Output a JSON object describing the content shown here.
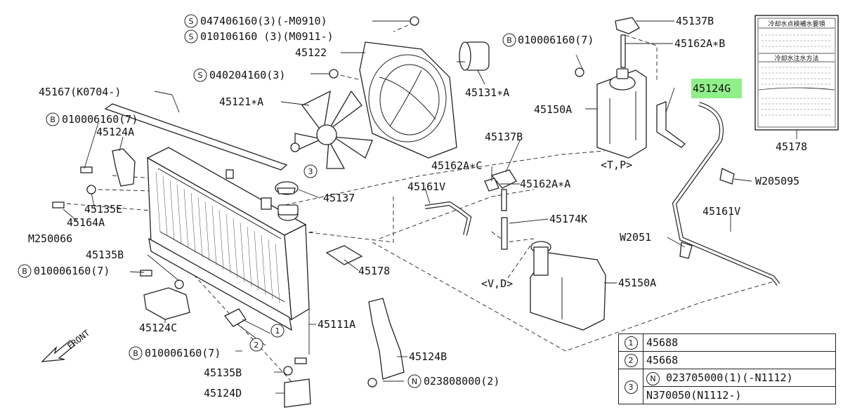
{
  "labels": {
    "p45137b_top": "45137B",
    "p45162a_b": "45162A∗B",
    "b010006160_7_top": "010006160(7)",
    "p45124g": "45124G",
    "p45150a_top": "45150A",
    "tp": "<T,P>",
    "p45178_card": "45178",
    "card_title": "冷却水点検補水要領",
    "card_sub": "冷却水注水方法",
    "s047406160": "047406160(3)(-M0910)",
    "s010106160": "010106160 (3)(M0911-)",
    "p45122": "45122",
    "s040204160": "040204160(3)",
    "p45131a": "45131∗A",
    "p45121a": "45121∗A",
    "p45167": "45167(K0704-)",
    "b010006160_7_left": "010006160(7)",
    "p45124a": "45124A",
    "p45137": "45137",
    "p45137b_mid": "45137B",
    "p45162a_c": "45162A∗C",
    "p45161v_left": "45161V",
    "p45162a_a": "45162A∗A",
    "w205095": "W205095",
    "p45161v_right": "45161V",
    "p45174k": "45174K",
    "w2051": "W2051",
    "p45135e": "45135E",
    "p45164a": "45164A",
    "m250066": "M250066",
    "p45135b_left": "45135B",
    "b010006160_7_lower": "010006160(7)",
    "p45178_mid": "45178",
    "vd": "<V,D>",
    "p45150a_low": "45150A",
    "p45124c": "45124C",
    "p45111a": "45111A",
    "front": "FRONT",
    "b010006160_7_bottom": "010006160(7)",
    "p45124b": "45124B",
    "p45135b_bottom": "45135B",
    "n023808000": "023808000(2)",
    "p45124d": "45124D",
    "prefix_s": "S",
    "prefix_b": "B",
    "prefix_n": "N",
    "num1": "1",
    "num2": "2",
    "num3": "3"
  },
  "legend": {
    "rows": [
      {
        "key": "1",
        "value": "45688"
      },
      {
        "key": "2",
        "value": "45668"
      },
      {
        "key": "3",
        "prefix": "N",
        "value": "023705000(1)(-N1112)",
        "value2": "N370050(N1112-)"
      }
    ]
  },
  "colors": {
    "highlight": "#8ff08a",
    "line": "#222222"
  }
}
